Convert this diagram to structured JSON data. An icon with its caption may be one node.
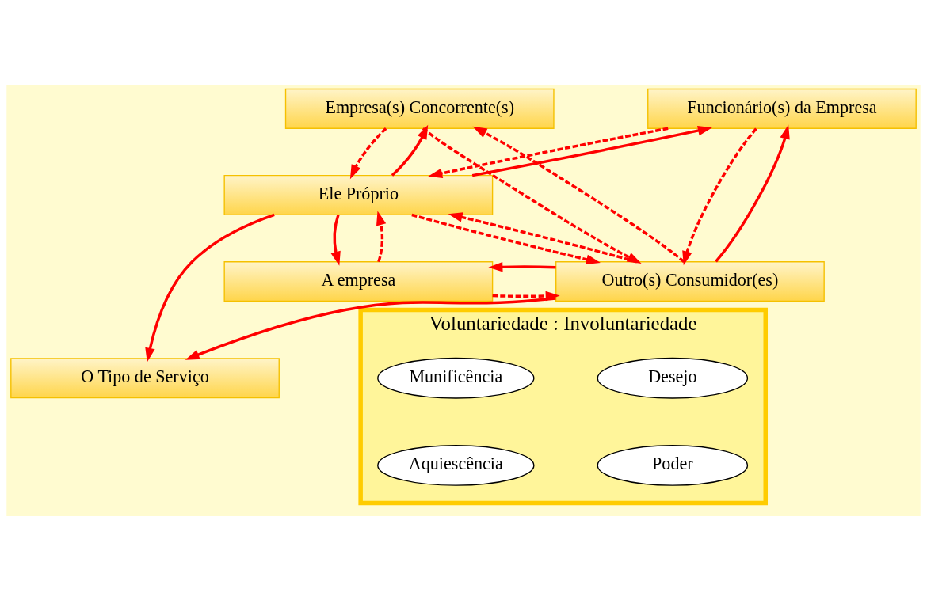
{
  "diagram": {
    "nodes": [
      {
        "text": [
          "Funcionário(s) da Empresa"
        ]
      },
      {
        "text": [
          "Empresa(s) Concorrente(s)"
        ]
      },
      {
        "text": [
          "Ele Próprio"
        ]
      },
      {
        "text": [
          "O Tipo de Serviço"
        ]
      },
      {
        "text": [
          "A empresa"
        ]
      },
      {
        "text": [
          "Outro(s) Consumidor(es)"
        ]
      },
      {
        "text": [
          "Voluntariedade : Involuntariedade"
        ]
      },
      {
        "text": [
          "Munificência"
        ],
        "in": 6
      },
      {
        "text": [
          "Desejo"
        ],
        "in": 6
      },
      {
        "text": [
          "Poder"
        ],
        "in": 6
      },
      {
        "text": [
          "Aquiescência"
        ],
        "in": 6
      }
    ],
    "edges": [
      {
        "from": 5,
        "to": 0,
        "arrow": "to"
      },
      {
        "from": 0,
        "to": 5,
        "arrow": "to",
        "style": "dashed"
      },
      {
        "from": 2,
        "to": 0,
        "arrow": "to"
      },
      {
        "from": 2,
        "to": 4,
        "arrow": "to"
      },
      {
        "from": 0,
        "to": 2,
        "arrow": "to",
        "style": "dashed"
      },
      {
        "from": 4,
        "to": 2,
        "arrow": "to",
        "style": "dashed"
      },
      {
        "from": 2,
        "to": 3,
        "arrow": "to"
      },
      {
        "from": 4,
        "to": 5,
        "arrow": "to",
        "style": "dashed"
      },
      {
        "from": 5,
        "to": 4,
        "arrow": "to"
      },
      {
        "from": 5,
        "to": 3,
        "arrow": "to"
      },
      {
        "from": 1,
        "to": 2,
        "arrow": "to",
        "style": "dashed"
      },
      {
        "from": 2,
        "to": 1,
        "arrow": "to"
      },
      {
        "from": 5,
        "to": 2,
        "arrow": "to",
        "style": "dashed"
      },
      {
        "from": 2,
        "to": 5,
        "arrow": "to",
        "style": "dashed"
      },
      {
        "from": 1,
        "to": 5,
        "arrow": "to",
        "style": "dashed"
      },
      {
        "from": 5,
        "to": 1,
        "arrow": "to",
        "style": "dashed"
      }
    ]
  }
}
